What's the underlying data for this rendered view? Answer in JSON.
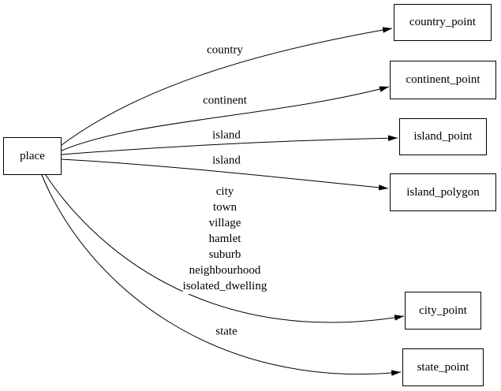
{
  "diagram": {
    "type": "directed-graph",
    "colors": {
      "background": "#ffffff",
      "line": "#000000",
      "text": "#000000",
      "node_fill": "#ffffff"
    },
    "nodes": {
      "place": "place",
      "country_point": "country_point",
      "continent_point": "continent_point",
      "island_point": "island_point",
      "island_polygon": "island_polygon",
      "city_point": "city_point",
      "state_point": "state_point"
    },
    "edge_labels": {
      "country": "country",
      "continent": "continent",
      "island_point_edge": "island",
      "island_polygon_edge": "island",
      "city_point_edge": [
        "city",
        "town",
        "village",
        "hamlet",
        "suburb",
        "neighbourhood",
        "isolated_dwelling"
      ],
      "state_point_edge": "state"
    },
    "edges": [
      {
        "from": "place",
        "to": "country_point",
        "label": "country"
      },
      {
        "from": "place",
        "to": "continent_point",
        "label": "continent"
      },
      {
        "from": "place",
        "to": "island_point",
        "label": "island"
      },
      {
        "from": "place",
        "to": "island_polygon",
        "label": "island"
      },
      {
        "from": "place",
        "to": "city_point",
        "label": "city town village hamlet suburb neighbourhood isolated_dwelling"
      },
      {
        "from": "place",
        "to": "state_point",
        "label": "state"
      }
    ]
  }
}
